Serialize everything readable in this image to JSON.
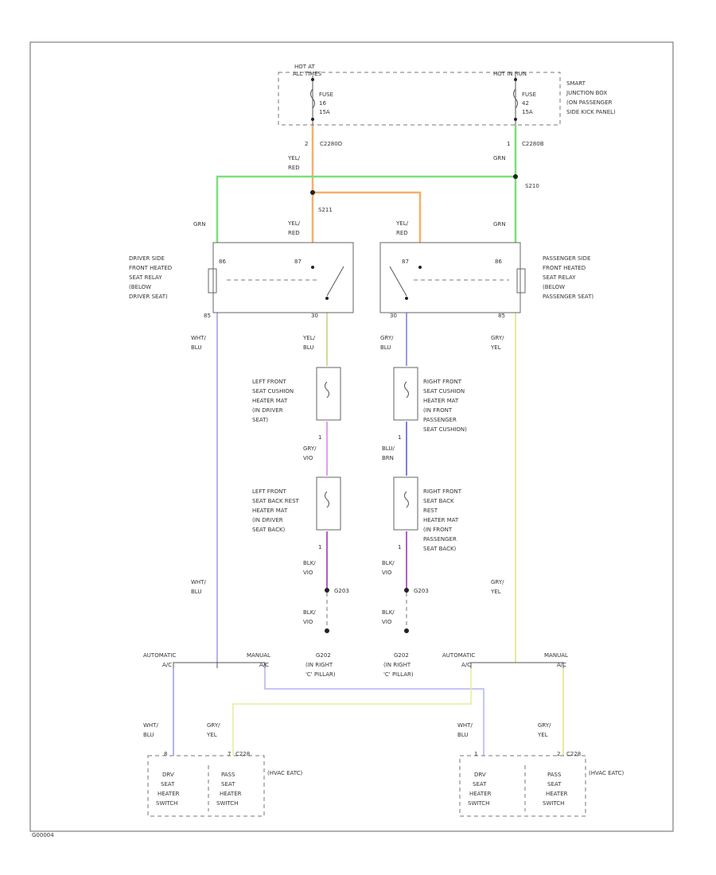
{
  "frame_code": "G00004",
  "sjb": {
    "left_header": [
      "HOT AT",
      "ALL TIMES"
    ],
    "right_header": "HOT IN RUN",
    "left_fuse": [
      "FUSE",
      "16",
      "15A"
    ],
    "right_fuse": [
      "FUSE",
      "42",
      "15A"
    ],
    "desc": [
      "SMART",
      "JUNCTION BOX",
      "(ON PASSENGER",
      "SIDE KICK PANEL)"
    ],
    "left_pin": "2",
    "left_conn": "C2280D",
    "right_pin": "1",
    "right_conn": "C2280B"
  },
  "splices": {
    "s210": "S210",
    "s211": "S211"
  },
  "wires": {
    "yel_red_a": [
      "YEL/",
      "RED"
    ],
    "grn_a": "GRN",
    "grn_left": "GRN",
    "yel_red_left": [
      "YEL/",
      "RED"
    ],
    "yel_red_right": [
      "YEL/",
      "RED"
    ],
    "grn_right": "GRN",
    "wht_blu_1": [
      "WHT/",
      "BLU"
    ],
    "yel_blu": [
      "YEL/",
      "BLU"
    ],
    "gry_blu": [
      "GRY/",
      "BLU"
    ],
    "gry_yel_1": [
      "GRY/",
      "YEL"
    ],
    "gry_vio": [
      "GRY/",
      "VIO"
    ],
    "blu_brn": [
      "BLU/",
      "BRN"
    ],
    "blk_vio_1": [
      "BLK/",
      "VIO"
    ],
    "blk_vio_2": [
      "BLK/",
      "VIO"
    ],
    "blk_vio_3": [
      "BLK/",
      "VIO"
    ],
    "blk_vio_4": [
      "BLK/",
      "VIO"
    ],
    "wht_blu_2": [
      "WHT/",
      "BLU"
    ],
    "gry_yel_2": [
      "GRY/",
      "YEL"
    ],
    "wht_blu_3": [
      "WHT/",
      "BLU"
    ],
    "gry_yel_3": [
      "GRY/",
      "YEL"
    ],
    "wht_blu_4": [
      "WHT/",
      "BLU"
    ],
    "gry_yel_4": [
      "GRY/",
      "YEL"
    ]
  },
  "relay_left": {
    "label": [
      "DRIVER SIDE",
      "FRONT HEATED",
      "SEAT RELAY",
      "(BELOW",
      "DRIVER SEAT)"
    ],
    "pins": {
      "p86": "86",
      "p87": "87",
      "p85": "85",
      "p30": "30"
    }
  },
  "relay_right": {
    "label": [
      "PASSENGER SIDE",
      "FRONT HEATED",
      "SEAT RELAY",
      "(BELOW",
      "PASSENGER SEAT)"
    ],
    "pins": {
      "p86": "86",
      "p87": "87",
      "p85": "85",
      "p30": "30"
    }
  },
  "heaters": {
    "left_cushion": [
      "LEFT FRONT",
      "SEAT CUSHION",
      "HEATER MAT",
      "(IN DRIVER",
      "SEAT)"
    ],
    "right_cushion": [
      "RIGHT FRONT",
      "SEAT CUSHION",
      "HEATER MAT",
      "(IN FRONT",
      "PASSENGER",
      "SEAT CUSHION)"
    ],
    "left_back": [
      "LEFT FRONT",
      "SEAT BACK REST",
      "HEATER MAT",
      "(IN DRIVER",
      "SEAT BACK)"
    ],
    "right_back": [
      "RIGHT FRONT",
      "SEAT BACK",
      "REST",
      "HEATER MAT",
      "(IN FRONT",
      "PASSENGER",
      "SEAT BACK)"
    ]
  },
  "pin_numbers": [
    "1",
    "1",
    "1",
    "1"
  ],
  "grounds": {
    "g_left": "G203",
    "g_right": "G203",
    "label_left": [
      "G202",
      "(IN RIGHT",
      "'C' PILLAR)"
    ],
    "label_right": [
      "G202",
      "(IN RIGHT",
      "'C' PILLAR)"
    ]
  },
  "options": {
    "auto_1": [
      "AUTOMATIC",
      "A/C"
    ],
    "manual_1": [
      "MANUAL",
      "A/C"
    ],
    "auto_2": [
      "AUTOMATIC",
      "A/C"
    ],
    "manual_2": [
      "MANUAL",
      "A/C"
    ]
  },
  "switch_left": {
    "pin_left": "8",
    "pin_right": "7",
    "conn": "C228",
    "drv": [
      "DRV",
      "SEAT",
      "HEATER",
      "SWITCH"
    ],
    "pass": [
      "PASS",
      "SEAT",
      "HEATER",
      "SWITCH"
    ]
  },
  "switch_right": {
    "pin_left": "1",
    "pin_right": "2",
    "conn": "C228",
    "desc": "(HVAC EATC)",
    "drv": [
      "DRV",
      "SEAT",
      "HEATER",
      "SWITCH"
    ],
    "pass": [
      "PASS",
      "SEAT",
      "HEATER",
      "SWITCH"
    ]
  },
  "left_switch_desc": "(HVAC EATC)",
  "colors": {
    "yel_red": "#f5b06a",
    "grn": "#7ae07a",
    "wht_blu": "#b4b4f0",
    "gry_yel": "#e8e8a0",
    "yel_blu": "#d8d8a0",
    "gry_blu": "#9a9ae8",
    "gry_vio": "#e0a0e8",
    "blu_brn": "#8080d8",
    "blk_vio": "#b060c0"
  }
}
